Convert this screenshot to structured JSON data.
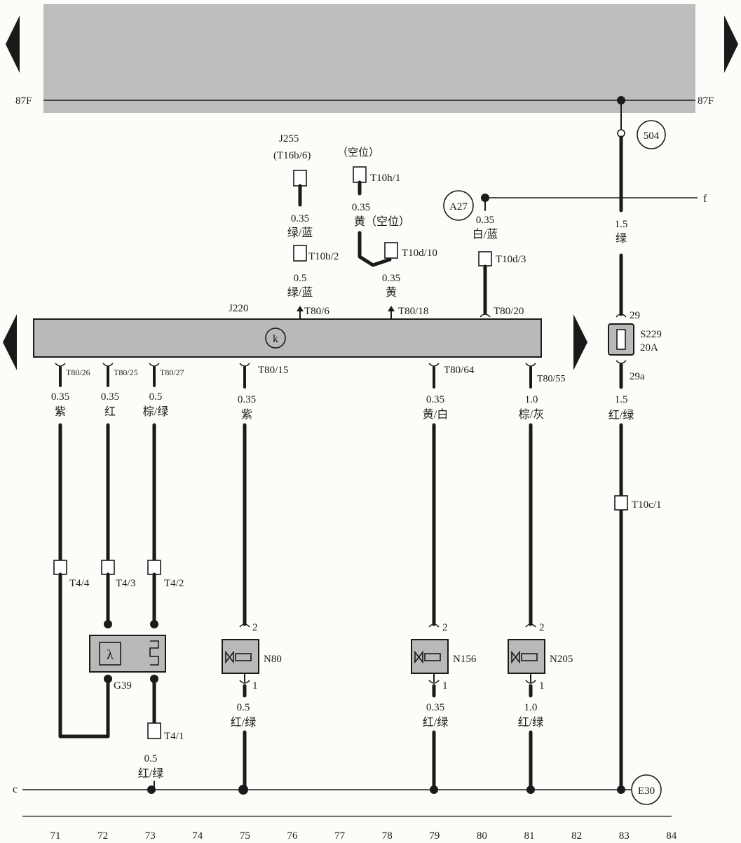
{
  "bus_top": {
    "left_label": "87F",
    "right_label": "87F"
  },
  "refs": {
    "r504": "504",
    "a27": "A27",
    "e30": "E30",
    "f": "f",
    "c": "c"
  },
  "j220": {
    "name": "J220",
    "symbol": "k"
  },
  "upper_inputs": {
    "j255": "J255",
    "t16b6": "(T16b/6)",
    "empty_pos": "（空位）",
    "t10h1": "T10h/1",
    "w76a_size": "0.35",
    "w76a_color": "绿/蓝",
    "t10b2": "T10b/2",
    "w76b_size": "0.5",
    "w76b_color": "绿/蓝",
    "t806": "T80/6",
    "w78a_size": "0.35",
    "w78a_color": "黄（空位）",
    "t10d10": "T10d/10",
    "w78b_size": "0.35",
    "w78b_color": "黄",
    "t8018": "T80/18",
    "w80_size": "0.35",
    "w80_color": "白/蓝",
    "t10d3": "T10d/3",
    "t8020": "T80/20",
    "w83a_size": "1.5",
    "w83a_color": "绿"
  },
  "fuse": {
    "name": "S229",
    "rating": "20A",
    "pin_in": "29",
    "pin_out": "29a"
  },
  "pins": {
    "p71": "T80/26",
    "p72": "T80/25",
    "p73": "T80/27",
    "p75": "T80/15",
    "p79": "T80/64",
    "p81": "T80/55"
  },
  "wires": {
    "w71": {
      "size": "0.35",
      "color": "紫"
    },
    "w72": {
      "size": "0.35",
      "color": "红"
    },
    "w73": {
      "size": "0.5",
      "color": "棕/绿"
    },
    "w75": {
      "size": "0.35",
      "color": "紫"
    },
    "w79": {
      "size": "0.35",
      "color": "黄/白"
    },
    "w81": {
      "size": "1.0",
      "color": "棕/灰"
    },
    "w83": {
      "size": "1.5",
      "color": "红/绿"
    }
  },
  "t10c1": "T10c/1",
  "t4": {
    "p4": "T4/4",
    "p3": "T4/3",
    "p2": "T4/2",
    "p1": "T4/1"
  },
  "g39": "G39",
  "valves": {
    "n80": {
      "name": "N80",
      "pin_top": "2",
      "pin_bottom": "1",
      "size": "0.5",
      "color": "红/绿"
    },
    "n156": {
      "name": "N156",
      "pin_top": "2",
      "pin_bottom": "1",
      "size": "0.35",
      "color": "红/绿"
    },
    "n205": {
      "name": "N205",
      "pin_top": "2",
      "pin_bottom": "1",
      "size": "1.0",
      "color": "红/绿"
    }
  },
  "g39_ground": {
    "size": "0.5",
    "color": "红/绿"
  },
  "columns": [
    "71",
    "72",
    "73",
    "74",
    "75",
    "76",
    "77",
    "78",
    "79",
    "80",
    "81",
    "82",
    "83",
    "84"
  ]
}
